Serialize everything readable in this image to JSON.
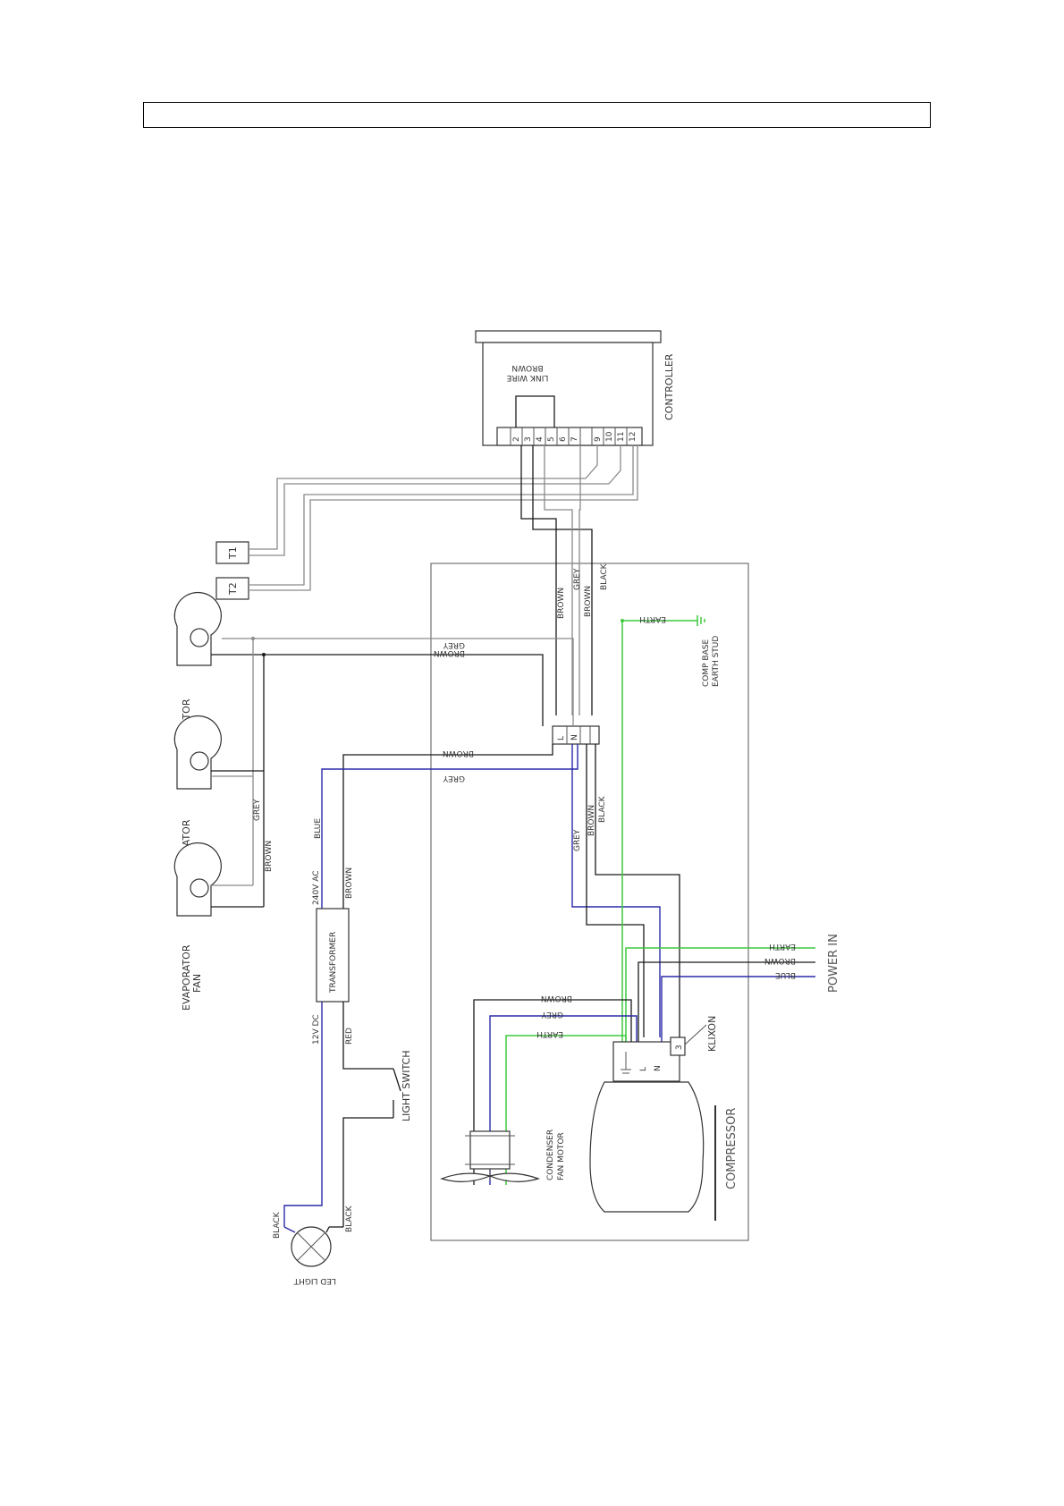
{
  "header": {
    "title": ""
  },
  "controller": {
    "label": "CONTROLLER",
    "link_wire_line1": "LINK WIRE",
    "link_wire_line2": "BROWN",
    "terminals": [
      "2",
      "3",
      "4",
      "5",
      "6",
      "7",
      "9",
      "10",
      "11",
      "12"
    ]
  },
  "sensors": {
    "t1": "T1",
    "t2": "T2"
  },
  "fans": {
    "evap_line1": "EVAPORATOR",
    "evap_line2": "FAN"
  },
  "terminal_block": {
    "l": "L",
    "n": "N"
  },
  "earth": {
    "label": "EARTH",
    "stud_line1": "COMP BASE",
    "stud_line2": "EARTH STUD"
  },
  "wires": {
    "grey": "GREY",
    "brown": "BROWN",
    "black": "BLACK",
    "blue": "BLUE",
    "red": "RED",
    "earth": "EARTH"
  },
  "transformer": {
    "label": "TRANSFORMER",
    "input": "240V AC",
    "output": "12V DC"
  },
  "light_switch": {
    "label": "LIGHT SWITCH"
  },
  "led_light": {
    "label": "LED LIGHT"
  },
  "power_in": {
    "label": "POWER IN"
  },
  "klixon": {
    "label": "KLIXON",
    "terminal": "3"
  },
  "compressor": {
    "label": "COMPRESSOR",
    "l": "L",
    "n": "N"
  },
  "condenser": {
    "line1": "CONDENSER",
    "line2": "FAN MOTOR"
  },
  "colors": {
    "black": "#1a1a1a",
    "grey": "#8a8a8a",
    "blue": "#2a2aa8",
    "green": "#3ec83e"
  }
}
